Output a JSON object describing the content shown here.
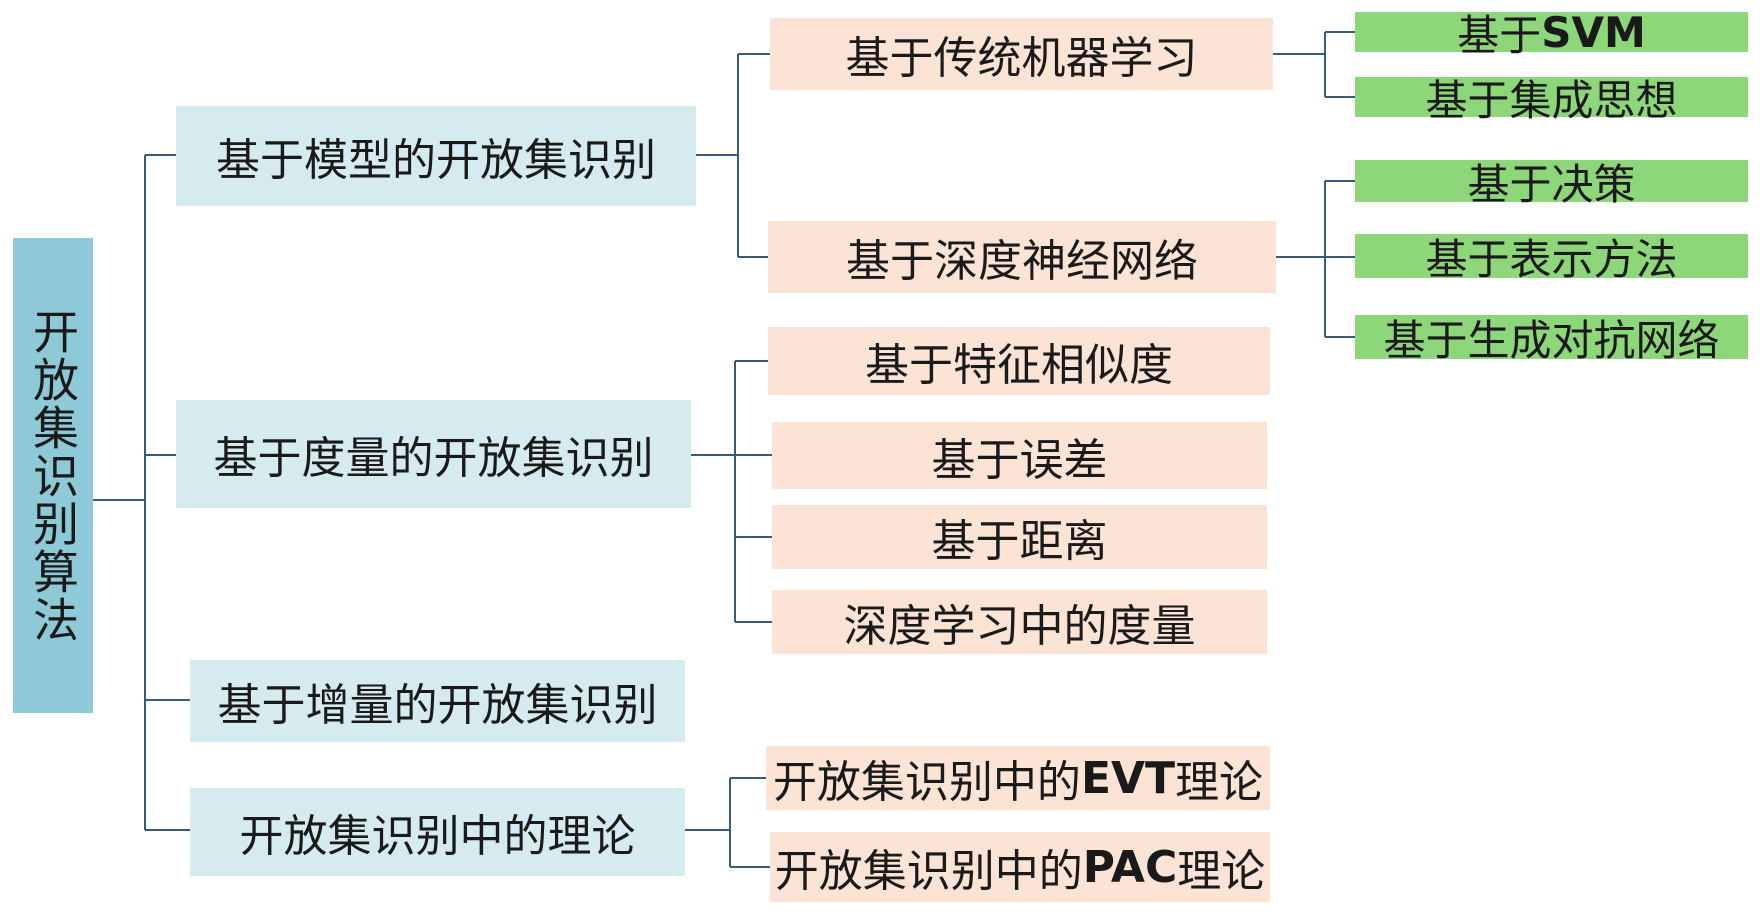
{
  "root": {
    "label": "开放集识别算法"
  },
  "branches": [
    {
      "label": "基于模型的开放集识别",
      "children": [
        {
          "label": "基于传统机器学习",
          "children": [
            "基于SVM",
            "基于集成思想"
          ]
        },
        {
          "label": "基于深度神经网络",
          "children": [
            "基于决策",
            "基于表示方法",
            "基于生成对抗网络"
          ]
        }
      ]
    },
    {
      "label": "基于度量的开放集识别",
      "children": [
        {
          "label": "基于特征相似度"
        },
        {
          "label": "基于误差"
        },
        {
          "label": "基于距离"
        },
        {
          "label": "深度学习中的度量"
        }
      ]
    },
    {
      "label": "基于增量的开放集识别"
    },
    {
      "label": "开放集识别中的理论",
      "children": [
        {
          "label": "开放集识别中的EVT理论"
        },
        {
          "label": "开放集识别中的PAC理论"
        }
      ]
    }
  ],
  "colors": {
    "root_fill": "#8ec9d8",
    "level1_fill": "#d6ebf0",
    "level2_fill": "#fbe4d6",
    "level3_fill": "#8ed67a",
    "connector": "#3a5a7a"
  }
}
